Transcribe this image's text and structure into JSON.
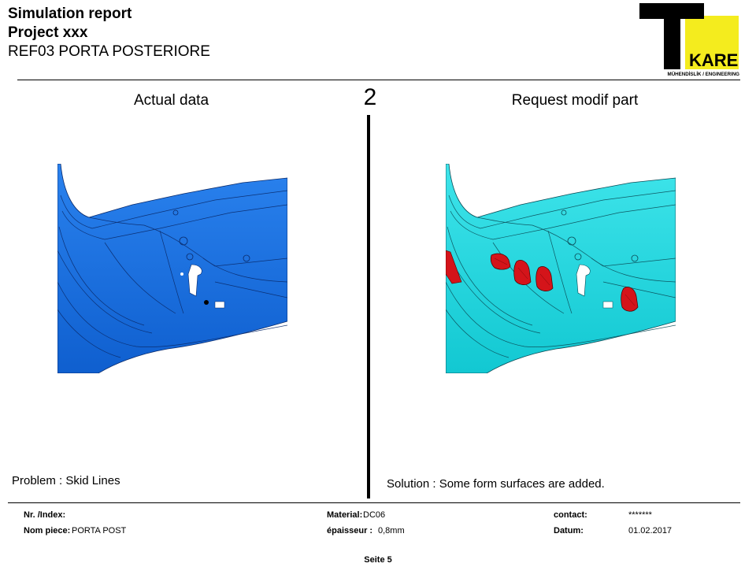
{
  "header": {
    "title": "Simulation report",
    "project": "Project xxx",
    "reference": "REF03 PORTA POSTERIORE"
  },
  "logo": {
    "brand": "KARE",
    "tagline": "MÜHENDİSLİK / ENGINEERING",
    "colors": {
      "block": "#000000",
      "accent": "#f4ec1e"
    }
  },
  "slide_number": "2",
  "columns": {
    "left_title": "Actual data",
    "right_title": "Request modif part"
  },
  "figures": {
    "actual_color": "#1a73dd",
    "modified_color": "#1ad8e0",
    "added_surface_color": "#d4141a"
  },
  "notes": {
    "problem": "Problem : Skid Lines",
    "solution": "Solution : Some form surfaces are added."
  },
  "footer": {
    "nr_label": "Nr. /Index:",
    "nom_label": "Nom piece:",
    "nom_value": "PORTA POST",
    "material_label": "Material:",
    "material_value": "DC06",
    "thickness_label": "épaisseur :",
    "thickness_value": "0,8mm",
    "contact_label": "contact:",
    "contact_value": "*******",
    "datum_label": "Datum:",
    "datum_value": "01.02.2017",
    "page": "Seite 5"
  }
}
